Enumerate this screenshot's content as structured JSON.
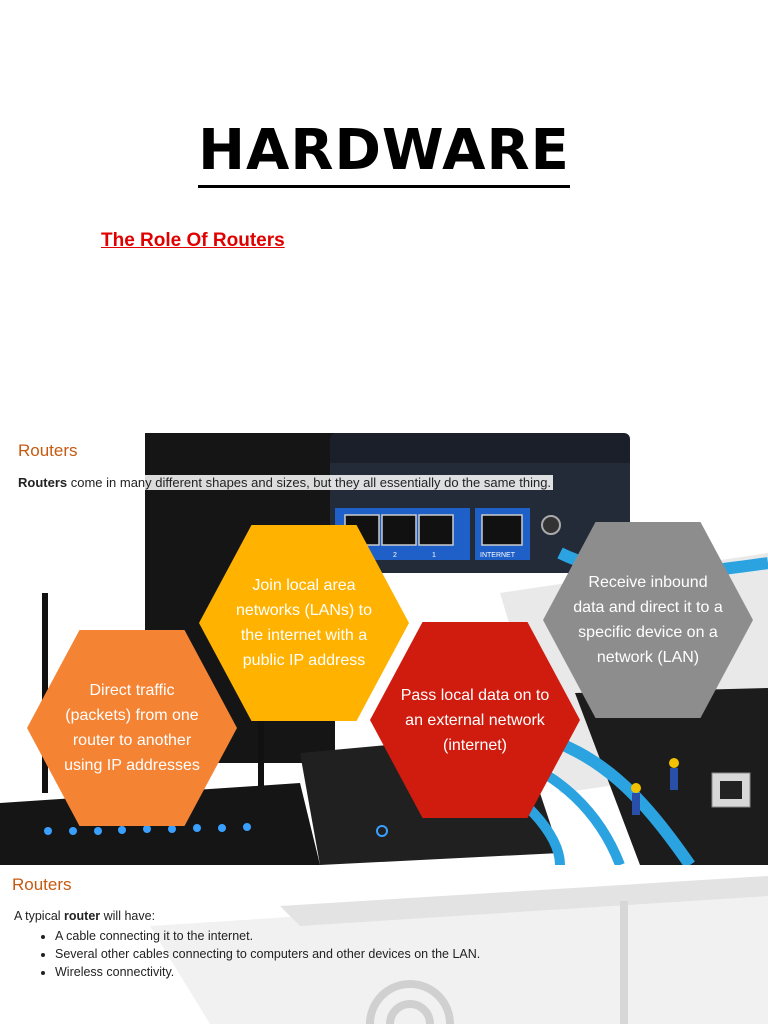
{
  "document": {
    "title": "HARDWARE",
    "subtitle": "The Role Of Routers"
  },
  "slide1": {
    "heading": "Routers",
    "intro_bold": "Routers",
    "intro_rest": " come in many different shapes and sizes, but they all essentially do the same thing.",
    "port_labels": [
      "2",
      "1",
      "INTERNET"
    ],
    "hexagons": [
      {
        "text": "Direct traffic (packets) from one router to another using IP addresses",
        "color": "#f58334"
      },
      {
        "text": "Join local area networks (LANs) to the internet with a public IP address",
        "color": "#ffb300"
      },
      {
        "text": "Pass local data on to an external network (internet)",
        "color": "#d01c0f"
      },
      {
        "text": "Receive inbound data and direct it to a specific device on a network (LAN)",
        "color": "#8d8d8d"
      }
    ]
  },
  "slide2": {
    "heading": "Routers",
    "intro_pre": "A typical ",
    "intro_bold": "router",
    "intro_post": " will have:",
    "bullets": [
      "A cable connecting it to the internet.",
      "Several other cables connecting to computers and other devices on the LAN.",
      "Wireless connectivity."
    ]
  },
  "colors": {
    "title": "#000000",
    "subtitle": "#e00000",
    "slide_heading": "#c55a11",
    "cable": "#2aa3e0"
  }
}
